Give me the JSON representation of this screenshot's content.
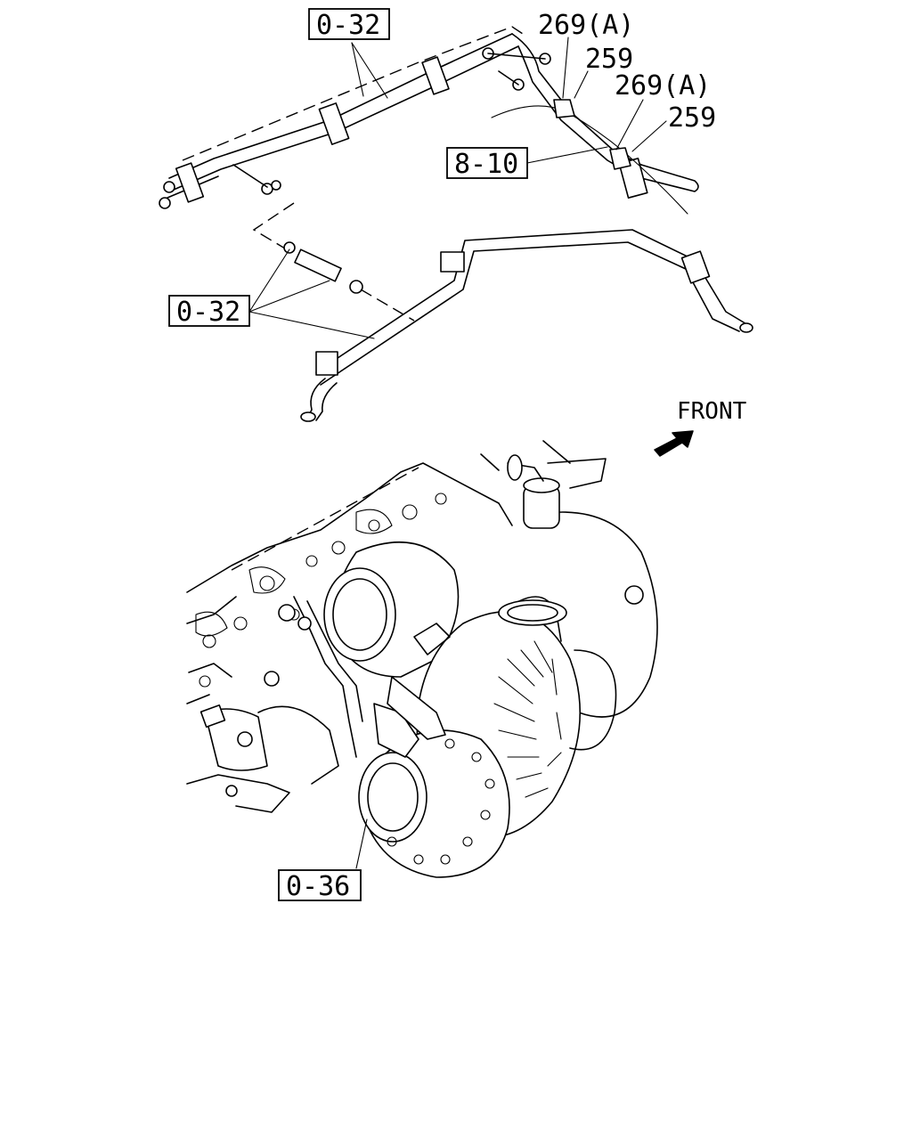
{
  "callouts": {
    "ref_0_32_top": "0-32",
    "ref_0_32_mid": "0-32",
    "ref_8_10": "8-10",
    "ref_0_36": "0-36",
    "part_269a_1": "269(A)",
    "part_259_1": "259",
    "part_269a_2": "269(A)",
    "part_259_2": "259"
  },
  "orientation": {
    "label": "FRONT",
    "arrow_icon": "arrow-northeast-icon"
  }
}
